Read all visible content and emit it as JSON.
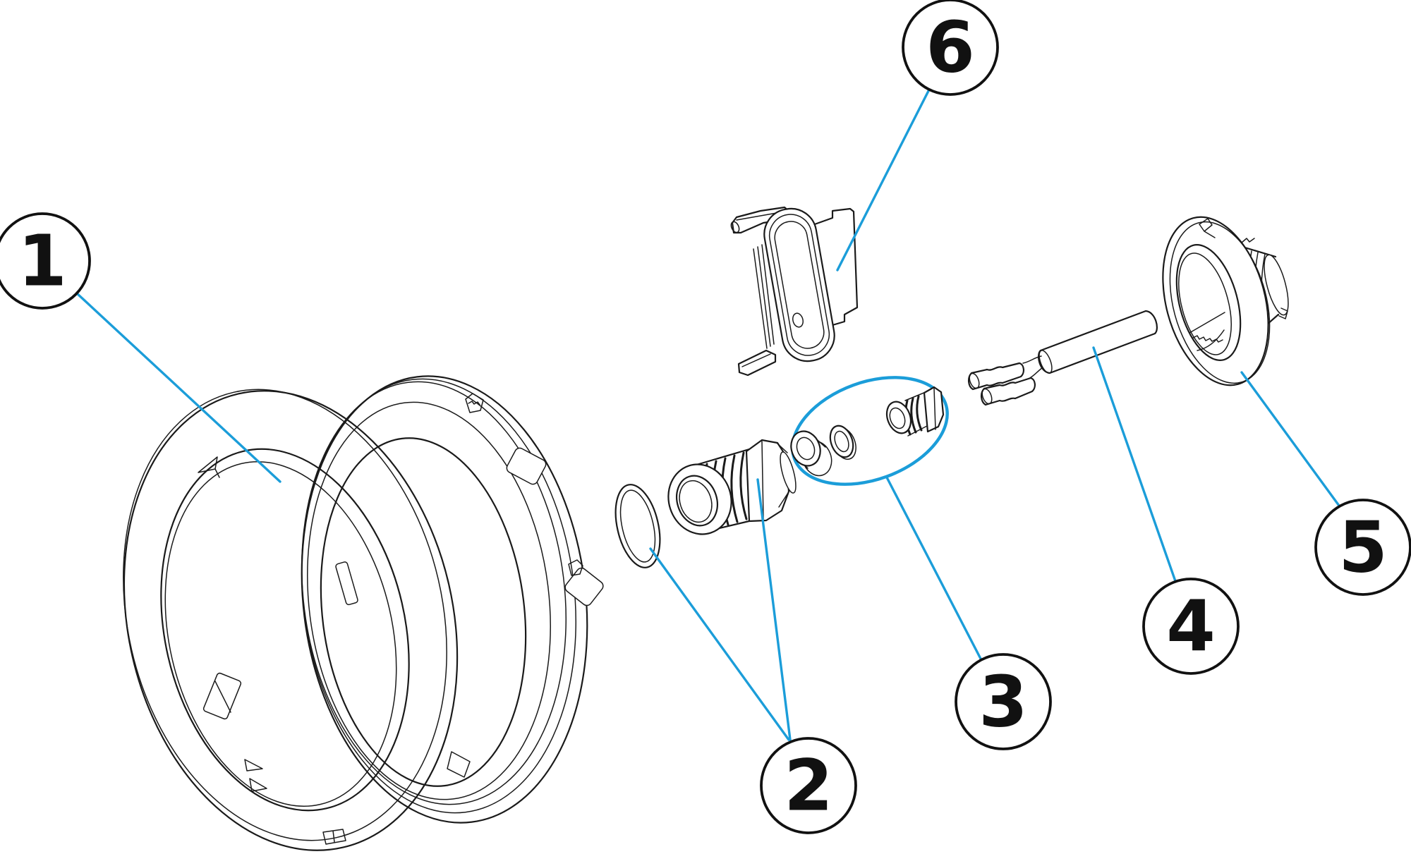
{
  "colors": {
    "background": "#ffffff",
    "line": "#1a1a1a",
    "leader": "#1b9dd9",
    "balloon_fill": "#ffffff",
    "balloon_stroke": "#111111",
    "digit": "#111111"
  },
  "callouts": [
    {
      "label": "1",
      "part": "front-bezel-ring"
    },
    {
      "label": "2",
      "part": "o-ring-and-cable-gland"
    },
    {
      "label": "3",
      "part": "seal-washer-nut-group"
    },
    {
      "label": "4",
      "part": "cable-with-spade-terminals"
    },
    {
      "label": "5",
      "part": "threaded-wall-nut"
    },
    {
      "label": "6",
      "part": "mounting-bracket-clip"
    }
  ]
}
